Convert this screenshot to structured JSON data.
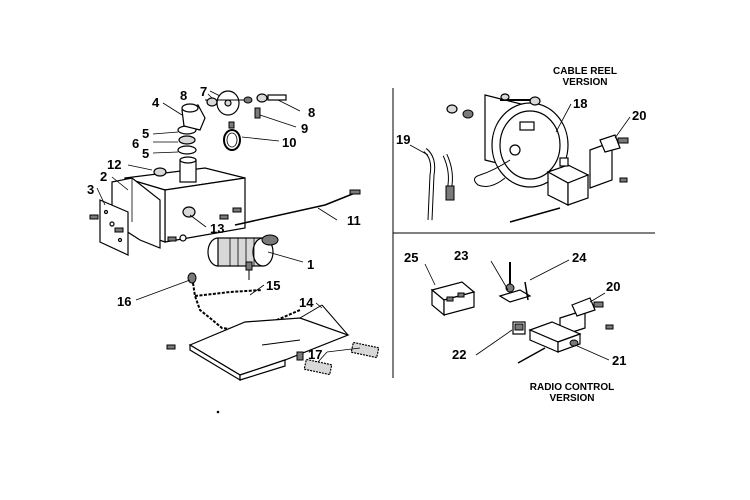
{
  "titles": {
    "cable_reel": [
      "CABLE REEL",
      "VERSION"
    ],
    "radio_control": [
      "RADIO CONTROL",
      "VERSION"
    ]
  },
  "callouts": {
    "n1": "1",
    "n2": "2",
    "n3": "3",
    "n4": "4",
    "n5a": "5",
    "n5b": "5",
    "n6": "6",
    "n7": "7",
    "n8a": "8",
    "n8b": "8",
    "n9": "9",
    "n10": "10",
    "n11": "11",
    "n12": "12",
    "n13": "13",
    "n14": "14",
    "n15": "15",
    "n16": "16",
    "n17": "17",
    "n18": "18",
    "n19": "19",
    "n20a": "20",
    "n20b": "20",
    "n21": "21",
    "n22": "22",
    "n23": "23",
    "n24": "24",
    "n25": "25"
  }
}
